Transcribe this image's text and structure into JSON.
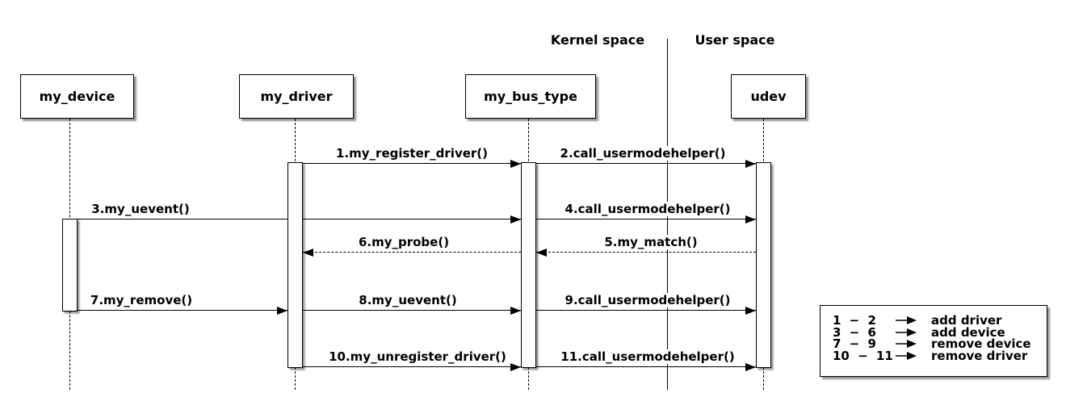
{
  "header": {
    "kernel_label": "Kernel space",
    "user_label": "User space"
  },
  "actors": [
    {
      "label": "my_device"
    },
    {
      "label": "my_driver"
    },
    {
      "label": "my_bus_type"
    },
    {
      "label": "udev"
    }
  ],
  "messages": [
    {
      "label": "1.my_register_driver()",
      "from": "my_driver",
      "to": "my_bus_type",
      "line": "solid",
      "direction": "right"
    },
    {
      "label": "2.call_usermodehelper()",
      "from": "my_bus_type",
      "to": "udev",
      "line": "solid",
      "direction": "right"
    },
    {
      "label": "3.my_uevent()",
      "from": "my_device",
      "to": "my_bus_type",
      "line": "solid",
      "direction": "right"
    },
    {
      "label": "4.call_usermodehelper()",
      "from": "my_bus_type",
      "to": "udev",
      "line": "solid",
      "direction": "right"
    },
    {
      "label": "5.my_match()",
      "from": "udev",
      "to": "my_bus_type",
      "line": "dashed",
      "direction": "left"
    },
    {
      "label": "6.my_probe()",
      "from": "my_bus_type",
      "to": "my_driver",
      "line": "dashed",
      "direction": "left"
    },
    {
      "label": "7.my_remove()",
      "from": "my_device",
      "to": "my_driver",
      "line": "solid",
      "direction": "right"
    },
    {
      "label": "8.my_uevent()",
      "from": "my_driver",
      "to": "my_bus_type",
      "line": "solid",
      "direction": "right"
    },
    {
      "label": "9.call_usermodehelper()",
      "from": "my_bus_type",
      "to": "udev",
      "line": "solid",
      "direction": "right"
    },
    {
      "label": "10.my_unregister_driver()",
      "from": "my_driver",
      "to": "my_bus_type",
      "line": "solid",
      "direction": "right"
    },
    {
      "label": "11.call_usermodehelper()",
      "from": "my_bus_type",
      "to": "udev",
      "line": "solid",
      "direction": "right"
    }
  ],
  "legend": {
    "rows": [
      {
        "range": "1 − 2",
        "desc": "add driver"
      },
      {
        "range": "3 − 6",
        "desc": "add device"
      },
      {
        "range": "7 − 9",
        "desc": "remove device"
      },
      {
        "range": "10 − 11",
        "desc": "remove driver"
      }
    ]
  },
  "colors": {
    "line": "#000000",
    "background": "#ffffff",
    "shadow": "#999999"
  }
}
